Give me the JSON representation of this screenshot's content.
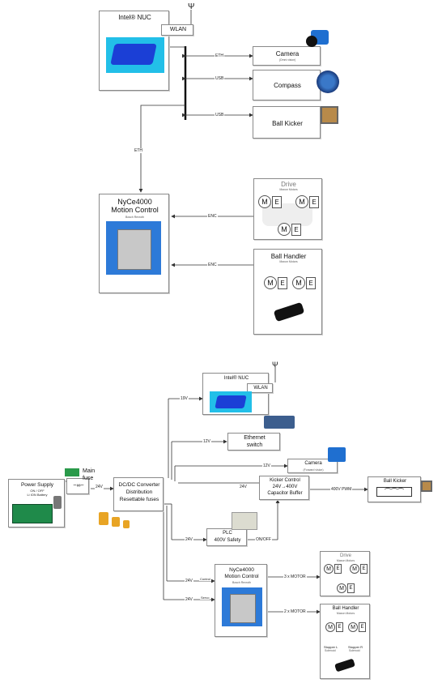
{
  "top": {
    "nuc": {
      "title": "Intel® NUC",
      "wlan": "WLAN"
    },
    "camera": {
      "title": "Camera",
      "sub": "(Omni vision)"
    },
    "compass": {
      "title": "Compass"
    },
    "kicker": {
      "title": "Ball Kicker"
    },
    "motion": {
      "title1": "NyCe4000",
      "title2": "Motion Control",
      "sub": "Bosch Rexroth"
    },
    "drive": {
      "title": "Drive",
      "sub": "Maxon Motors"
    },
    "handler": {
      "title": "Ball Handler",
      "sub": "Maxon Motors"
    },
    "links": {
      "eth1": "ETH",
      "usb1": "USB",
      "usb2": "USB",
      "eth2": "ETH",
      "enc1": "ENC",
      "enc2": "ENC"
    }
  },
  "bottom": {
    "nuc": {
      "title": "Intel® NUC",
      "wlan": "WLAN"
    },
    "switch": {
      "line1": "Ethernet",
      "line2": "switch"
    },
    "camera": {
      "title": "Camera",
      "sub": "(Forward vision)"
    },
    "kicker": {
      "title": "Ball Kicker"
    },
    "power": {
      "title": "Power Supply",
      "line2": "ON / OFF",
      "line3": "Li ION Battery"
    },
    "fuse": {
      "line1": "Main",
      "line2": "fuse"
    },
    "dcdc": {
      "line1": "DC/DC Converter",
      "line2": "Distribution",
      "line3": "Resettable fuses"
    },
    "kickerctl": {
      "line1": "Kicker Control",
      "line2": "24V→400V",
      "line3": "Capacitor Buffer"
    },
    "plc": {
      "line1": "PLC",
      "line2": "400V Safety"
    },
    "motion": {
      "title1": "NyCe4000",
      "title2": "Motion Control",
      "sub": "Bosch Rexroth"
    },
    "drive": {
      "title": "Drive",
      "sub": "Maxon Motors"
    },
    "handler": {
      "title": "Ball Handler",
      "sub": "Maxon Motors",
      "stopper_l": "Stopper L",
      "stopper_r": "Stopper R",
      "solenoid": "Solenoid"
    },
    "links": {
      "v19": "19V",
      "v12a": "12V",
      "v12b": "12V",
      "v24a": "24V",
      "v24b": "24V",
      "v24main": "24V",
      "v24c": "24V",
      "v24d": "24V",
      "pwm": "400V PWM",
      "onoff": "ON/OFF",
      "control": "Control",
      "servo": "Servo",
      "motor3": "3 x MOTOR",
      "motor2": "2 x MOTOR"
    }
  },
  "letters": {
    "m": "M",
    "e": "E"
  }
}
